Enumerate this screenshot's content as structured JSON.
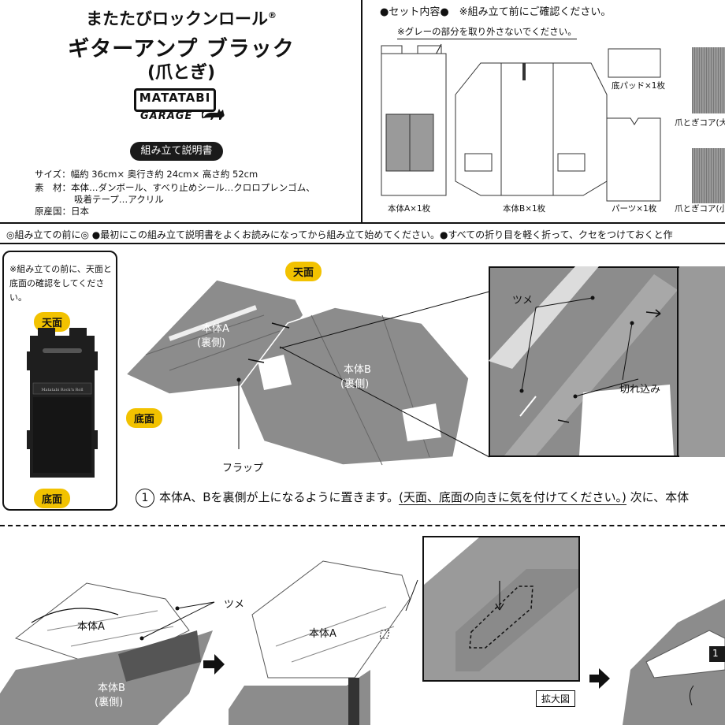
{
  "header": {
    "brand_line": "またたびロックンロール",
    "registered": "®",
    "product": "ギターアンプ ブラック",
    "subtitle": "(爪とぎ)",
    "logo_top": "MATATABI",
    "logo_bottom": "GARAGE",
    "badge": "組み立て説明書"
  },
  "specs": [
    {
      "key": "サイズ：",
      "value": "幅約 36cm× 奥行き約 24cm× 高さ約 52cm"
    },
    {
      "key": "素　材：",
      "value": "本体…ダンボール、すべり止めシール…クロロプレンゴム、"
    },
    {
      "key": "",
      "value": "吸着テープ…アクリル"
    },
    {
      "key": "原産国：",
      "value": "日本"
    }
  ],
  "kit": {
    "title": "●セット内容●　※組み立て前にご確認ください。",
    "note": "※グレーの部分を取り外さないでください。",
    "parts": [
      "本体A×1枚",
      "本体B×1枚",
      "底パッド×1枚",
      "パーツ×1枚",
      "爪とぎコア(大",
      "爪とぎコア(小"
    ]
  },
  "notice": "◎組み立ての前に◎ ●最初にこの組み立て説明書をよくお読みになってから組み立て始めてください。●すべての折り目を軽く折って、クセをつけておくと作",
  "side": {
    "note": "※組み立ての前に、天面と底面の確認をしてください。",
    "top_tag": "天面",
    "bottom_tag": "底面",
    "amp_label": "Matatabi Rock'n Roll"
  },
  "step1": {
    "num": "1",
    "text_before": "本体A、Bを裏側が上になるように置きます。",
    "text_underlined": "(天面、底面の向きに気を付けてください。)",
    "text_after": "次に、本体"
  },
  "diagram": {
    "top_tag": "天面",
    "bottom_tag": "底面",
    "bodyA": "本体A",
    "bodyA_sub": "(裏側)",
    "bodyB": "本体B",
    "bodyB_sub": "(裏側)",
    "flap": "フラップ",
    "tsume": "ツメ",
    "cut": "切れ込み"
  },
  "step2": {
    "bodyA": "本体A",
    "bodyB": "本体B",
    "bodyB_sub": "(裏側)",
    "tsume": "ツメ",
    "bodyA2": "本体A",
    "zoom_label": "拡大図",
    "next_num": "1"
  },
  "colors": {
    "gray": "#8c8c8c",
    "yellow": "#f2c200",
    "dark": "#1a1a1a"
  }
}
